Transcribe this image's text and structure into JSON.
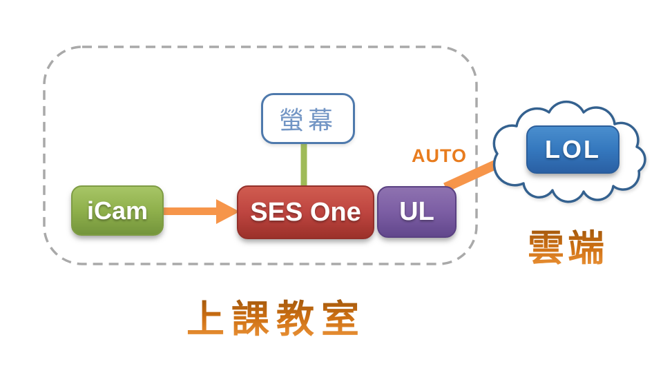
{
  "diagram": {
    "classroom_group": {
      "caption": "上課教室",
      "nodes": {
        "icam": {
          "label": "iCam",
          "color": "#8FB04C"
        },
        "screen": {
          "label": "螢幕",
          "border_color": "#4E79AC",
          "text_color": "#7295C4"
        },
        "ses_one": {
          "label": "SES One",
          "color": "#BE4540"
        },
        "ul": {
          "label": "UL",
          "color": "#7C5EA4"
        }
      }
    },
    "cloud_group": {
      "caption": "雲端",
      "outline_color": "#34618F",
      "nodes": {
        "lol": {
          "label": "LOL",
          "color": "#3578BE"
        }
      }
    },
    "connections": [
      {
        "from": "iCam",
        "to": "SES One",
        "style": "orange-arrow",
        "label": ""
      },
      {
        "from": "螢幕",
        "to": "SES One",
        "style": "green-line",
        "label": ""
      },
      {
        "from": "UL",
        "to": "LOL",
        "style": "orange-arrow",
        "label": "AUTO"
      }
    ]
  },
  "colors": {
    "arrow": "#F6954A",
    "connector_green": "#9FBB58",
    "dashed_border": "#A9A9A9",
    "cloud_outline": "#34618F",
    "cloud_fill": "#FFFFFF",
    "auto_label": "#E87C1E",
    "wordart_dark": "#93500A",
    "wordart_light": "#F09A40"
  }
}
